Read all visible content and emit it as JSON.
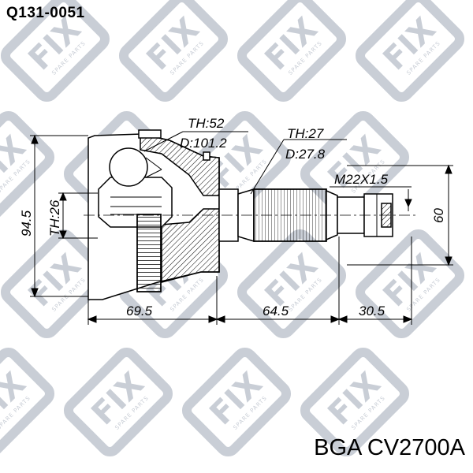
{
  "header": {
    "part_code": "Q131-0051"
  },
  "footer": {
    "brand_code": "BGA CV2700A"
  },
  "watermark": {
    "brand": "FIX",
    "tagline": "SPARE PARTS",
    "color": "#c9ced6"
  },
  "dimensions": {
    "outer_housing": {
      "teeth": "TH:52",
      "diameter": "D:101.2"
    },
    "shaft_spline": {
      "teeth": "TH:27",
      "diameter": "D:27.8"
    },
    "thread": "M22X1.5",
    "inner_spline": "TH:26",
    "overall_diameter": "94.5",
    "seal_diameter": "60",
    "housing_length": "69.5",
    "shaft_length": "64.5",
    "thread_length": "30.5"
  }
}
